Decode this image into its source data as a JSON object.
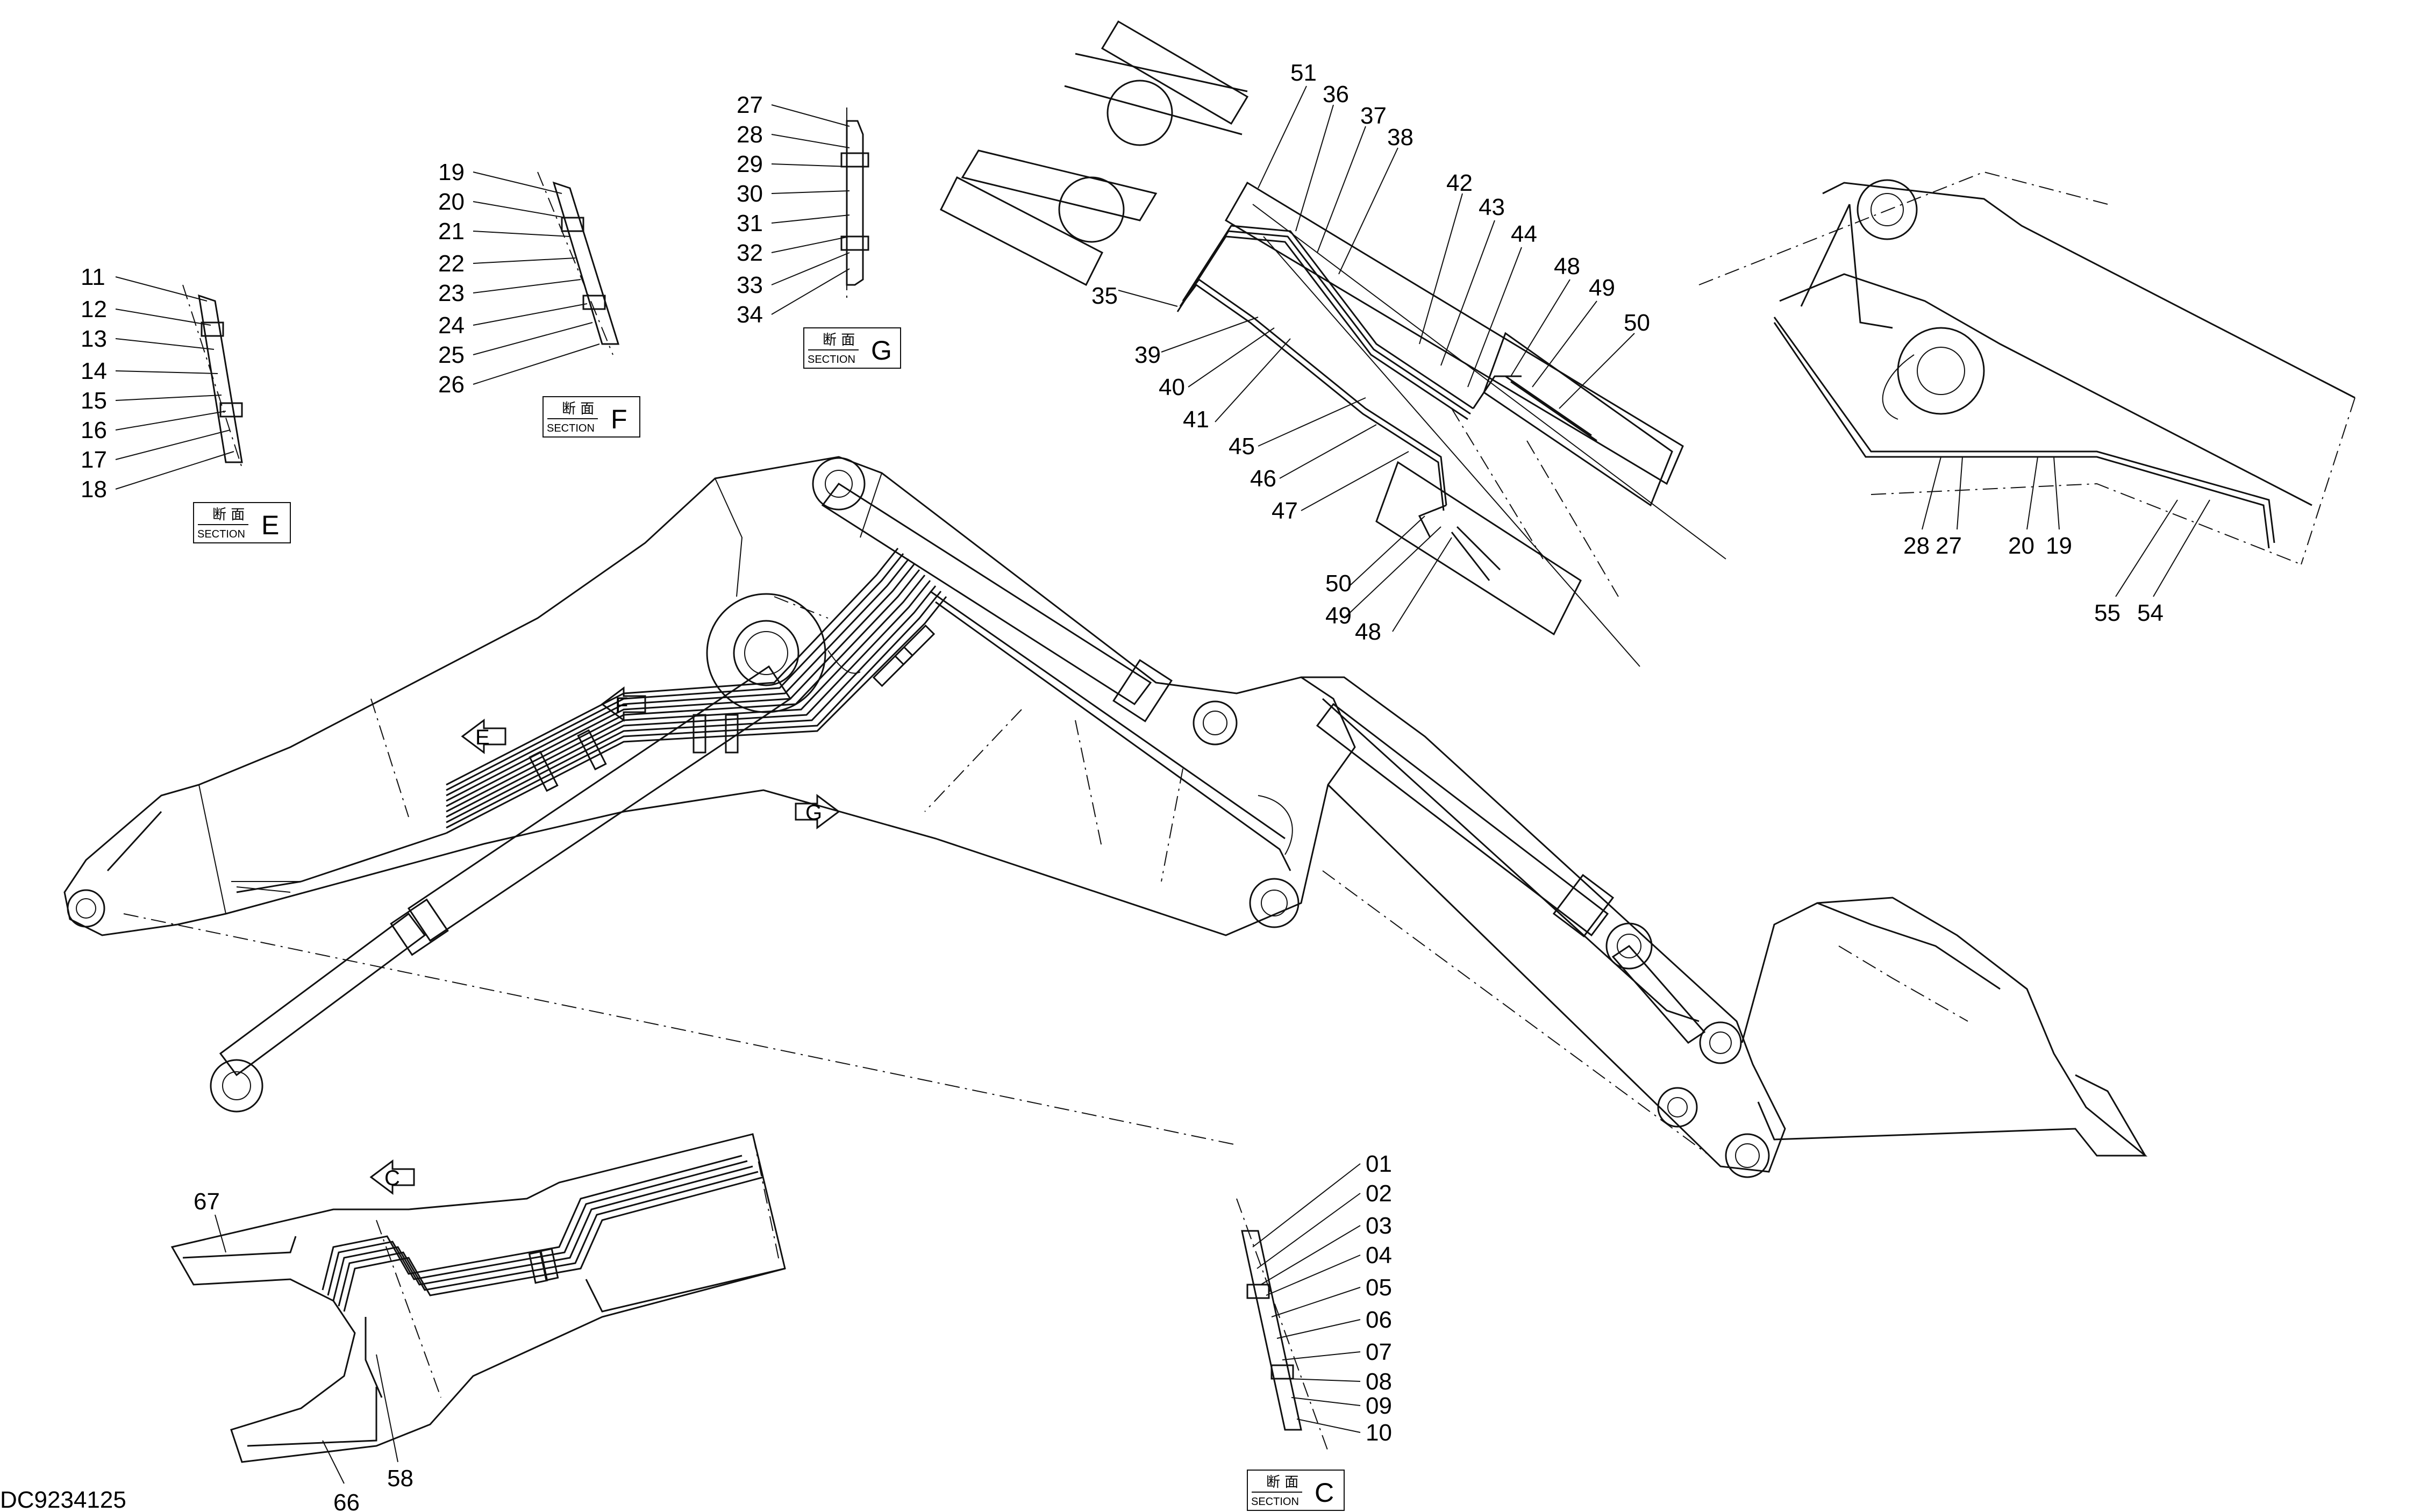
{
  "drawing_code": "DC9234125",
  "section_box": {
    "kanji": "断 面",
    "word": "SECTION"
  },
  "sections": [
    {
      "id": "E",
      "letter": "E",
      "labels": [
        "11",
        "12",
        "13",
        "14",
        "15",
        "16",
        "17",
        "18"
      ]
    },
    {
      "id": "F",
      "letter": "F",
      "labels": [
        "19",
        "20",
        "21",
        "22",
        "23",
        "24",
        "25",
        "26"
      ]
    },
    {
      "id": "G",
      "letter": "G",
      "labels": [
        "27",
        "28",
        "29",
        "30",
        "31",
        "32",
        "33",
        "34"
      ]
    },
    {
      "id": "C",
      "letter": "C",
      "labels": [
        "01",
        "02",
        "03",
        "04",
        "05",
        "06",
        "07",
        "08",
        "09",
        "10"
      ]
    }
  ],
  "view_arrows": [
    "E",
    "F",
    "G",
    "C"
  ],
  "detail_top": {
    "labels_top": [
      "51",
      "36",
      "37",
      "38",
      "42",
      "43",
      "44",
      "48",
      "49",
      "50"
    ],
    "labels_left": [
      "35",
      "39",
      "40",
      "41",
      "45",
      "46",
      "47"
    ],
    "labels_bottom": [
      "50",
      "49",
      "48"
    ]
  },
  "detail_right": {
    "labels": [
      "28",
      "27",
      "20",
      "19",
      "55",
      "54"
    ]
  },
  "detail_bottom_left": {
    "labels": [
      "67",
      "58",
      "66"
    ]
  }
}
